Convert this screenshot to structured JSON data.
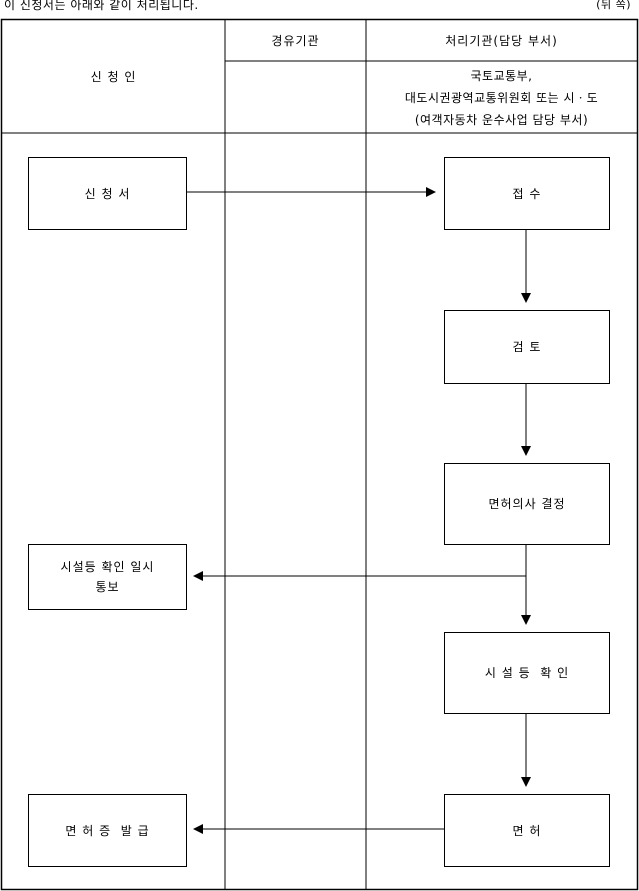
{
  "header": {
    "note": "이 신청서는 아래와 같이 처리됩니다.",
    "side_note": "(뒤 쪽)"
  },
  "columns": {
    "applicant": "신 청 인",
    "intermediary": "경유기관",
    "processing": "처리기관(담당 부서)",
    "processing_detail": [
      "국토교통부,",
      "대도시권광역교통위원회 또는 시ㆍ도",
      "(여객자동차 운수사업 담당 부서)"
    ]
  },
  "steps": {
    "application": "신 청 서",
    "receipt": "접 수",
    "review": "검 토",
    "decision": "면허의사 결정",
    "notice": [
      "시설등 확인 일시",
      "통보"
    ],
    "facility_check": "시 설 등  확 인",
    "license": "면 허",
    "issuance": "면 허 증  발 급"
  }
}
